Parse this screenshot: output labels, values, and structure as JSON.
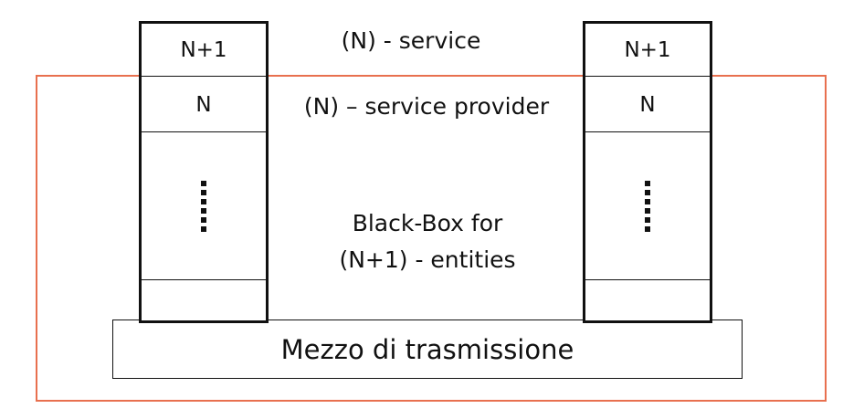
{
  "labels": {
    "service": "(N) - service",
    "provider": "(N) – service provider",
    "blackbox_line1": "Black-Box for",
    "blackbox_line2": "(N+1) - entities"
  },
  "stacks": {
    "left": {
      "top": "N+1",
      "middle": "N"
    },
    "right": {
      "top": "N+1",
      "middle": "N"
    }
  },
  "medium": {
    "label": "Mezzo di trasmissione"
  },
  "colors": {
    "provider_border": "#e8704f",
    "line": "#111111"
  }
}
